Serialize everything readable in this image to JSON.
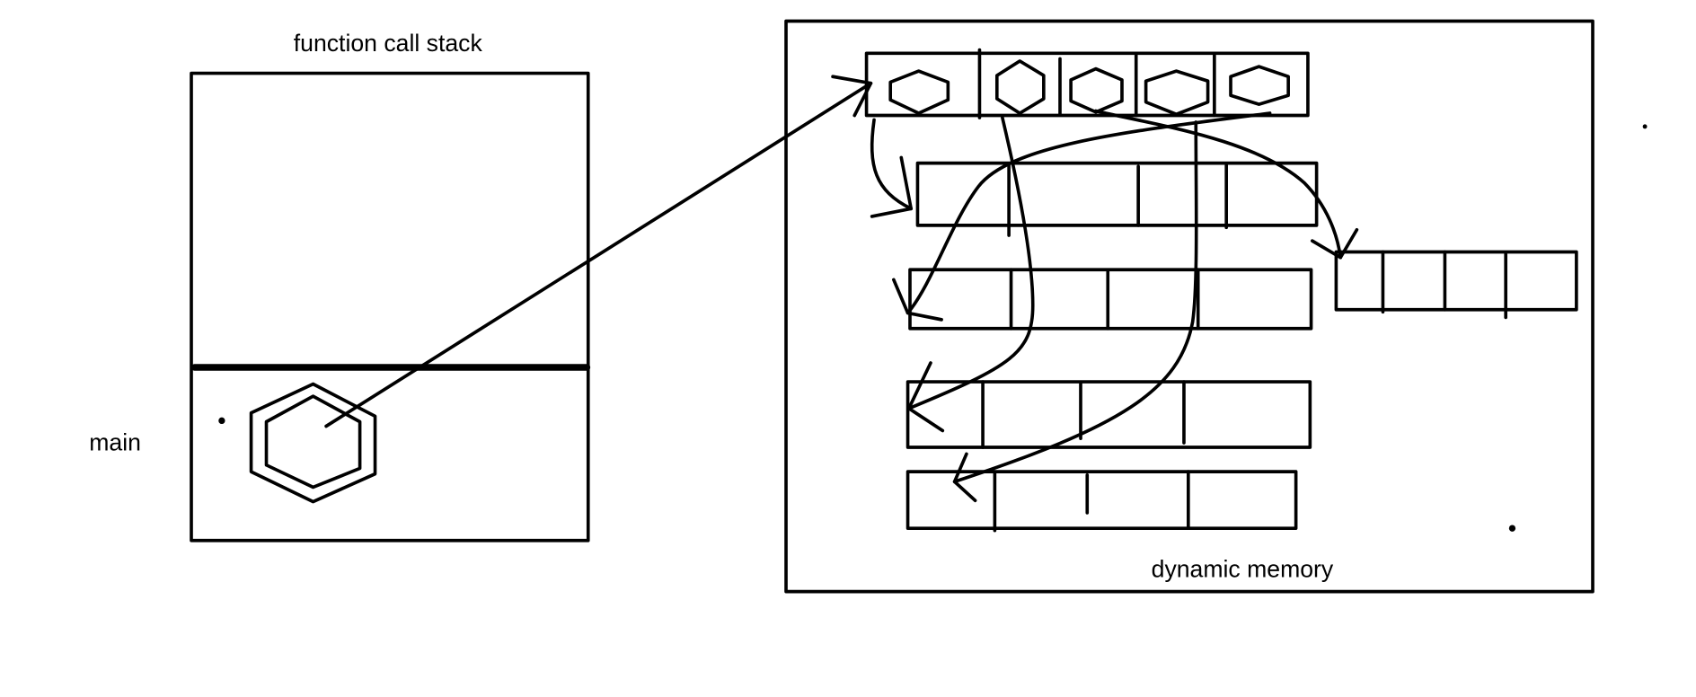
{
  "labels": {
    "stack_title": "function call stack",
    "frame_label": "main",
    "heap_title": "dynamic memory"
  }
}
